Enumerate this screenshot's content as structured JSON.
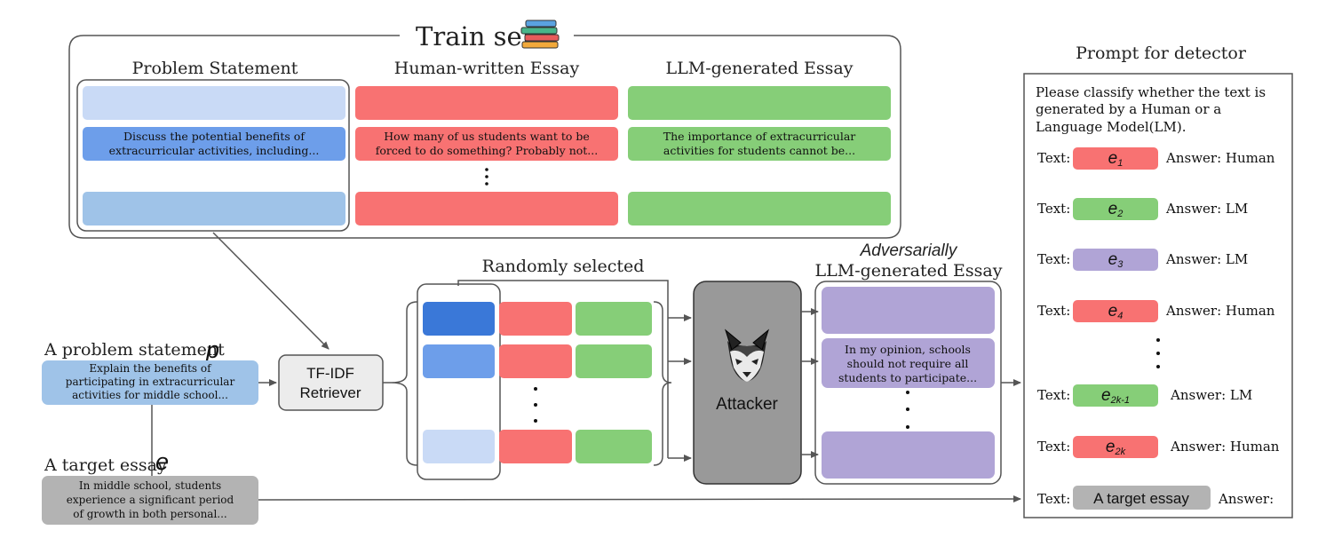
{
  "train_set": {
    "title": "Train set",
    "columns": {
      "problem": "Problem Statement",
      "human": "Human-written Essay",
      "llm": "LLM-generated Essay"
    },
    "problem_example": [
      "Discuss the potential benefits of",
      "extracurricular activities, including..."
    ],
    "human_example": [
      "How many of us students want to be",
      "forced to do something? Probably not..."
    ],
    "llm_example": [
      "The importance of extracurricular",
      "activities for students cannot be..."
    ]
  },
  "inputs": {
    "problem_label": "A problem statement",
    "problem_symbol": "p",
    "problem_text": [
      "Explain the benefits of",
      "participating in extracurricular",
      "activities for middle school..."
    ],
    "essay_label": "A target essay",
    "essay_symbol": "e",
    "essay_text": [
      "In middle school, students",
      "experience a significant period",
      "of growth in both personal..."
    ]
  },
  "retriever": {
    "line1": "TF-IDF",
    "line2": "Retriever"
  },
  "selected_label": "Randomly selected",
  "attacker_label": "Attacker",
  "adversarial": {
    "title_italic": "Adversarially",
    "title": "LLM-generated Essay",
    "example": [
      "In my opinion, schools",
      "should not require all",
      "students to participate..."
    ]
  },
  "prompt": {
    "title": "Prompt for detector",
    "instruction": [
      "Please classify whether the text is",
      "generated by a Human or a",
      "Language Model(LM)."
    ],
    "text_label": "Text:",
    "answer_prefix": "Answer:",
    "rows": [
      {
        "essay_base": "e",
        "essay_sub": "1",
        "answer": "Human",
        "color": "#f87272"
      },
      {
        "essay_base": "e",
        "essay_sub": "2",
        "answer": "LM",
        "color": "#86ce78"
      },
      {
        "essay_base": "e",
        "essay_sub": "3",
        "answer": "LM",
        "color": "#b0a4d6"
      },
      {
        "essay_base": "e",
        "essay_sub": "4",
        "answer": "Human",
        "color": "#f87272"
      },
      {
        "essay_base": "e",
        "essay_sub": "2k-1",
        "answer": "LM",
        "color": "#86ce78"
      },
      {
        "essay_base": "e",
        "essay_sub": "2k",
        "answer": "Human",
        "color": "#f87272"
      }
    ],
    "target_label": "A target essay"
  },
  "colors": {
    "red": "#f87272",
    "green": "#86ce78",
    "purple": "#b0a4d6",
    "blue_light": "#c9daf6",
    "blue_mid": "#6d9eea",
    "blue_dark": "#3a78d8",
    "blue_pale": "#9fc3e8",
    "gray": "#b3b3b3",
    "attacker": "#999999"
  }
}
